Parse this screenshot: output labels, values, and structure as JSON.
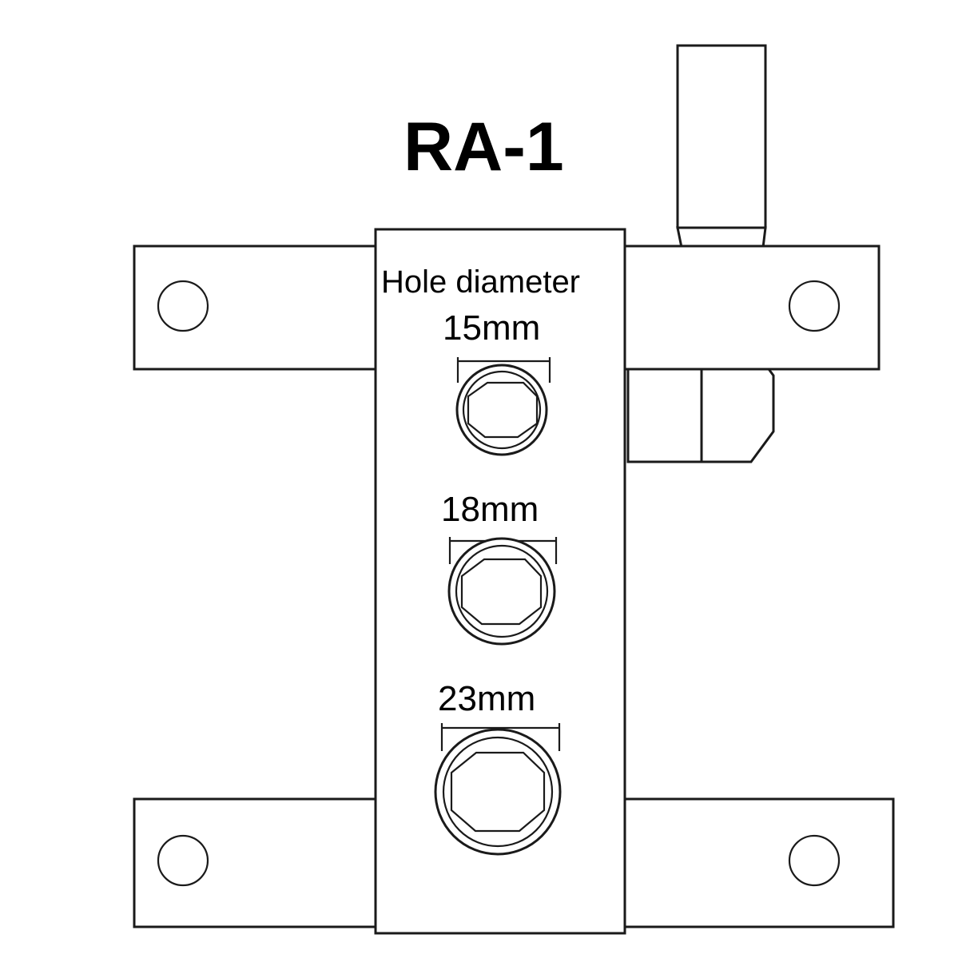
{
  "figure": {
    "title": "RA-1",
    "caption": "Hole diameter",
    "background_color": "#ffffff",
    "line_color": "#1a1a1a"
  },
  "holes": [
    {
      "id": "hole-15mm",
      "label": "15mm",
      "diameter_mm": 15
    },
    {
      "id": "hole-18mm",
      "label": "18mm",
      "diameter_mm": 18
    },
    {
      "id": "hole-23mm",
      "label": "23mm",
      "diameter_mm": 23
    }
  ],
  "parts": [
    {
      "name": "vertical-plate"
    },
    {
      "name": "upper-horizontal-bar"
    },
    {
      "name": "lower-horizontal-bar"
    },
    {
      "name": "wrench-tool"
    }
  ],
  "chart_data": {
    "type": "table",
    "title": "RA-1",
    "categories": [
      "15mm",
      "18mm",
      "23mm"
    ],
    "values": [
      15,
      18,
      23
    ],
    "xlabel": "Hole",
    "ylabel": "Hole diameter"
  }
}
